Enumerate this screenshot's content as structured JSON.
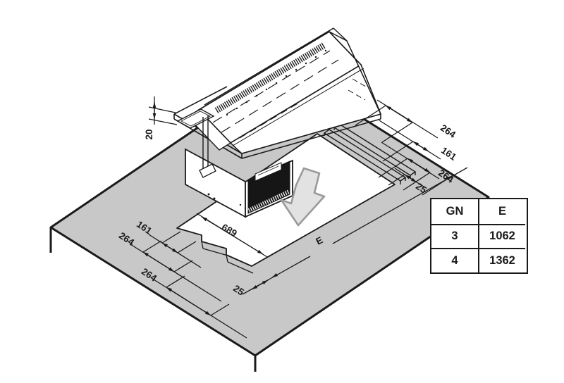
{
  "diagram": {
    "kind": "drop-in unit installation cutout drawing",
    "dims": {
      "rim_height": "20",
      "right_264a": "264",
      "right_161": "161",
      "right_264b": "264",
      "right_25": "25",
      "left_161": "161",
      "left_264a": "264",
      "left_264b": "264",
      "bottom_25": "25",
      "depth_689": "689",
      "length_label": "E"
    },
    "table": {
      "headers": [
        "GN",
        "E"
      ],
      "rows": [
        [
          "3",
          "1062"
        ],
        [
          "4",
          "1362"
        ]
      ]
    },
    "colors": {
      "counter_gray": "#c8c8c8",
      "line_black": "#1a1a1a",
      "grill_black": "#161616",
      "arrow_fill": "#e2e2e2",
      "arrow_stroke": "#9a9a9a",
      "background": "#ffffff"
    }
  }
}
